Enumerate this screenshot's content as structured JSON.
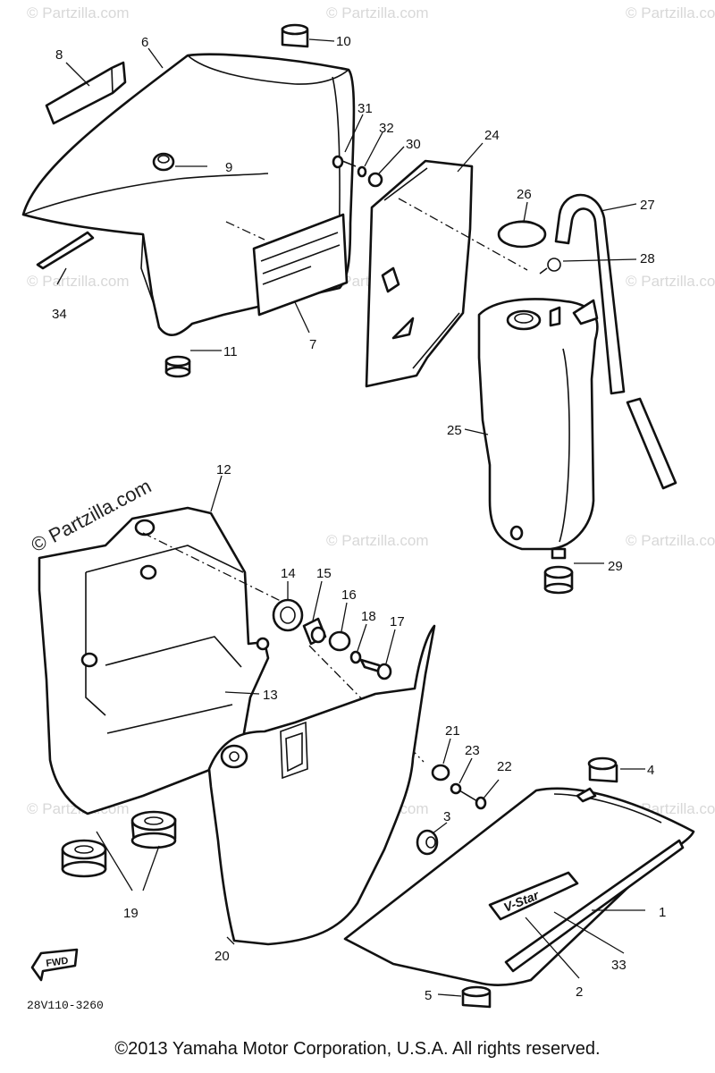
{
  "watermark": {
    "text": "© Partzilla.com",
    "repeated": "© Partzilla.com"
  },
  "drawing_code": "28V110-3260",
  "fwd_label": "FWD",
  "badge_text": "V-Star",
  "copyright": "©2013  Yamaha Motor Corporation, U.S.A. All rights reserved.",
  "callouts": {
    "c1": "1",
    "c2": "2",
    "c3": "3",
    "c4": "4",
    "c5": "5",
    "c6": "6",
    "c7": "7",
    "c8": "8",
    "c9": "9",
    "c10": "10",
    "c11": "11",
    "c12": "12",
    "c13": "13",
    "c14": "14",
    "c15": "15",
    "c16": "16",
    "c17": "17",
    "c18": "18",
    "c19": "19",
    "c20": "20",
    "c21": "21",
    "c22": "22",
    "c23": "23",
    "c24": "24",
    "c25": "25",
    "c26": "26",
    "c27": "27",
    "c28": "28",
    "c29": "29",
    "c30": "30",
    "c31": "31",
    "c32": "32",
    "c33": "33",
    "c34": "34"
  }
}
